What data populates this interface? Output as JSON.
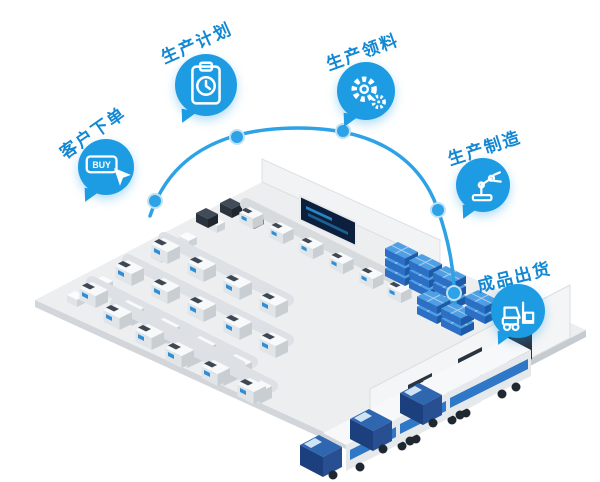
{
  "diagram": {
    "type": "isometric-smart-factory-process-flow",
    "steps": [
      {
        "label": "客户下单",
        "icon": "buy-order-icon",
        "icon_text": "BUY"
      },
      {
        "label": "生产计划",
        "icon": "production-plan-icon"
      },
      {
        "label": "生产领料",
        "icon": "material-requisition-icon"
      },
      {
        "label": "生产制造",
        "icon": "manufacturing-robot-icon"
      },
      {
        "label": "成品出货",
        "icon": "shipping-forklift-icon"
      }
    ]
  },
  "colors": {
    "accent": "#1e9ce3",
    "label_text": "#1287d3",
    "arc": "#2da2e6",
    "pallet_blue": "#4e9fe4",
    "truck_cab_blue": "#2f66b0",
    "screen_navy": "#0c1f3d"
  }
}
